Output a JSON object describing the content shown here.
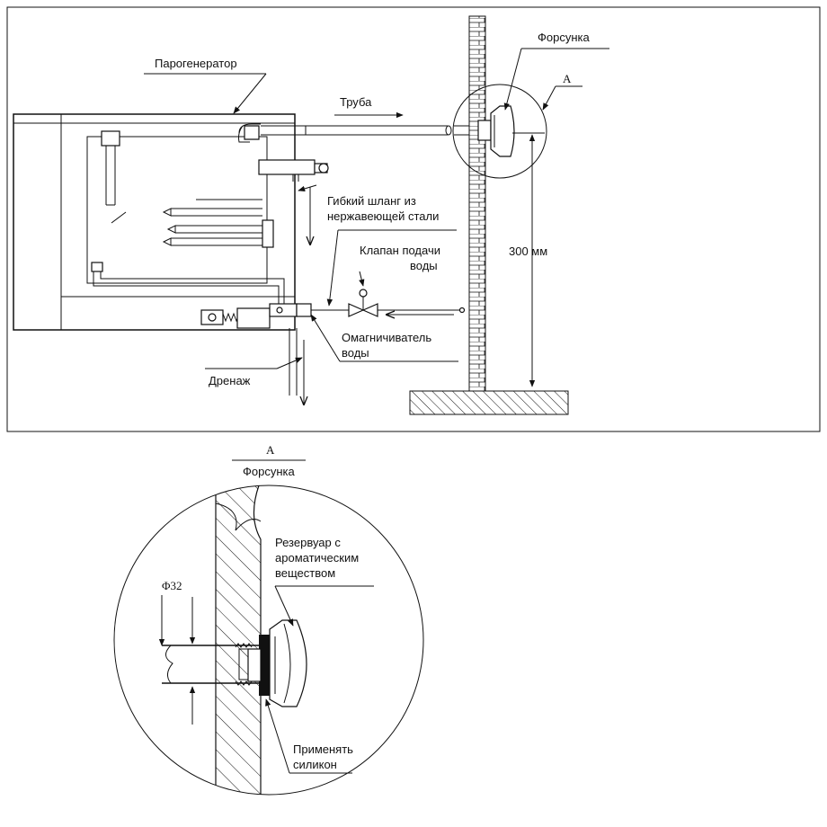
{
  "top_view": {
    "labels": {
      "steam_generator": "Парогенератор",
      "pipe": "Труба",
      "nozzle": "Форсунка",
      "section_mark": "A",
      "hose_line1": "Гибкий шланг из",
      "hose_line2": "нержавеющей стали",
      "valve_line1": "Клапан подачи",
      "valve_line2": "воды",
      "height": "300 мм",
      "magnetizer_line1": "Омагничиватель",
      "magnetizer_line2": "воды",
      "drain": "Дренаж"
    }
  },
  "detail_view": {
    "labels": {
      "section_mark": "A",
      "title": "Форсунка",
      "reservoir_line1": "Резервуар с",
      "reservoir_line2": "ароматическим",
      "reservoir_line3": "веществом",
      "diameter": "Φ32",
      "silicone_line1": "Применять",
      "silicone_line2": "силикон"
    }
  }
}
